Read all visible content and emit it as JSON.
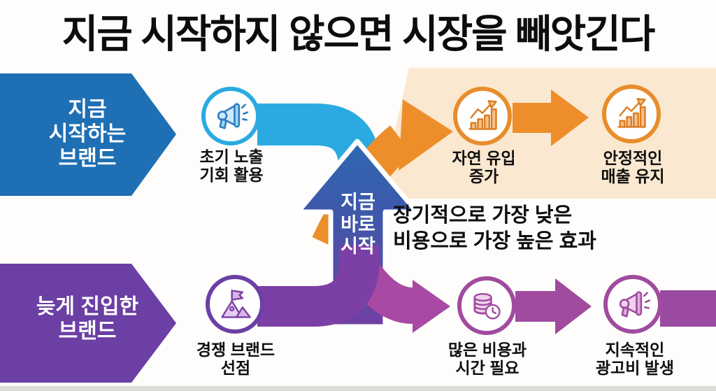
{
  "title": "지금 시작하지 않으면 시장을 빼앗긴다",
  "colors": {
    "brand_blue": "#1f6fb4",
    "light_blue": "#2baae1",
    "orange": "#ee8e2b",
    "peach_background": "#fae8d0",
    "purple": "#6b3fa4",
    "magenta": "#a04b9e",
    "text": "#0d0d0d"
  },
  "top_track": {
    "label": "지금\n시작하는\n브랜드",
    "steps": [
      {
        "icon": "megaphone",
        "caption": "초기 노출\n기회 활용"
      },
      {
        "icon": "rising-chart",
        "caption": "자연 유입\n증가"
      },
      {
        "icon": "rising-chart",
        "caption": "안정적인\n매출 유지"
      }
    ]
  },
  "bottom_track": {
    "label": "늦게 진입한\n브랜드",
    "steps": [
      {
        "icon": "flag-mountain",
        "caption": "경쟁 브랜드\n선점"
      },
      {
        "icon": "coins-clock",
        "caption": "많은 비용과\n시간 필요"
      },
      {
        "icon": "megaphone",
        "caption": "지속적인\n광고비 발생"
      }
    ]
  },
  "center": {
    "cta": "지금\n바로\n시작",
    "message": "장기적으로 가장 낮은\n비용으로 가장 높은 효과"
  }
}
